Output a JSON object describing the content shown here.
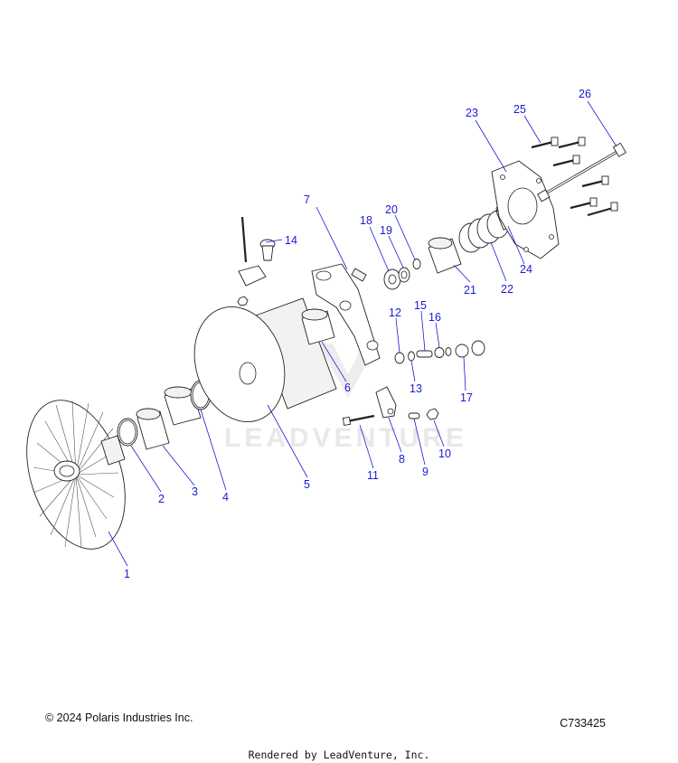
{
  "watermark": "LEADVENTURE",
  "callouts": [
    {
      "id": "1",
      "label": "1"
    },
    {
      "id": "2",
      "label": "2"
    },
    {
      "id": "3",
      "label": "3"
    },
    {
      "id": "4",
      "label": "4"
    },
    {
      "id": "5",
      "label": "5"
    },
    {
      "id": "6",
      "label": "6"
    },
    {
      "id": "7",
      "label": "7"
    },
    {
      "id": "8",
      "label": "8"
    },
    {
      "id": "9",
      "label": "9"
    },
    {
      "id": "10",
      "label": "10"
    },
    {
      "id": "11",
      "label": "11"
    },
    {
      "id": "12",
      "label": "12"
    },
    {
      "id": "13",
      "label": "13"
    },
    {
      "id": "14",
      "label": "14"
    },
    {
      "id": "15",
      "label": "15"
    },
    {
      "id": "16",
      "label": "16"
    },
    {
      "id": "17",
      "label": "17"
    },
    {
      "id": "18",
      "label": "18"
    },
    {
      "id": "19",
      "label": "19"
    },
    {
      "id": "20",
      "label": "20"
    },
    {
      "id": "21",
      "label": "21"
    },
    {
      "id": "22",
      "label": "22"
    },
    {
      "id": "23",
      "label": "23"
    },
    {
      "id": "24",
      "label": "24"
    },
    {
      "id": "25",
      "label": "25"
    },
    {
      "id": "26",
      "label": "26"
    }
  ],
  "footer": {
    "copyright": "© 2024 Polaris Industries Inc.",
    "figure_id": "C733425",
    "rendered_by": "Rendered by LeadVenture, Inc."
  },
  "colors": {
    "callout": "#1a1ad6",
    "line": "#222222"
  }
}
